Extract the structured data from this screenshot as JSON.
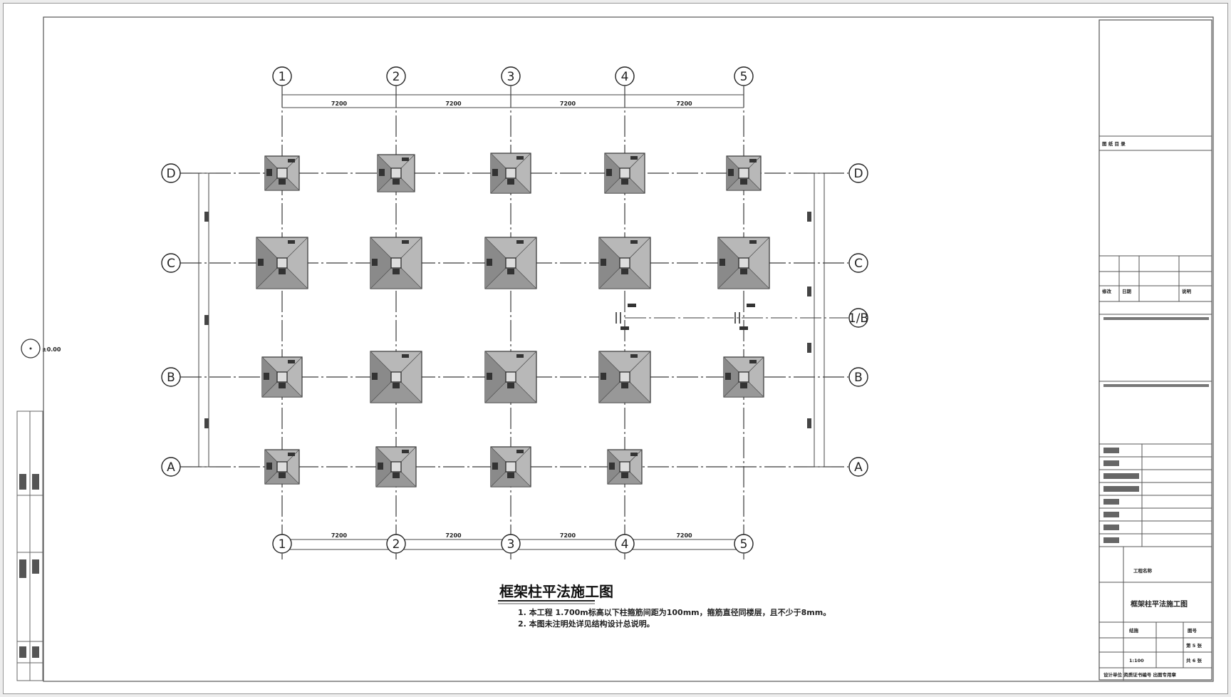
{
  "drawing": {
    "title": "框架柱平法施工图",
    "notes": [
      "1. 本工程 1.700m标高以下柱箍筋间距为100mm，箍筋直径同楼层，且不少于8mm。",
      "2. 本图未注明处详见结构设计总说明。"
    ],
    "column_axes_top": [
      "1",
      "2",
      "3",
      "4",
      "5"
    ],
    "column_axes_bottom": [
      "1",
      "2",
      "3",
      "4",
      "5"
    ],
    "row_axes_left": [
      "D",
      "C",
      "B",
      "A"
    ],
    "row_axes_right": [
      "D",
      "C",
      "1/B",
      "B",
      "A"
    ],
    "span_labels": [
      "7200",
      "7200",
      "7200",
      "7200"
    ],
    "elevation_mark": "±0.00"
  },
  "title_block": {
    "project_label": "工程名称",
    "drawing_name": "框架柱平法施工图",
    "sheet_label": "结施",
    "number_label": "图号",
    "sheet_number": "第 5 张",
    "total_label": "共 6 张",
    "scale": "1:100",
    "revision_header": [
      "修改",
      "日期",
      "说明"
    ],
    "footer": "设计单位  资质证书编号  出图专用章"
  },
  "colors": {
    "line": "#3a3a3a",
    "footing_fill": "#b8b8b8",
    "footing_dark": "#8a8a8a",
    "paper": "#ffffff"
  }
}
